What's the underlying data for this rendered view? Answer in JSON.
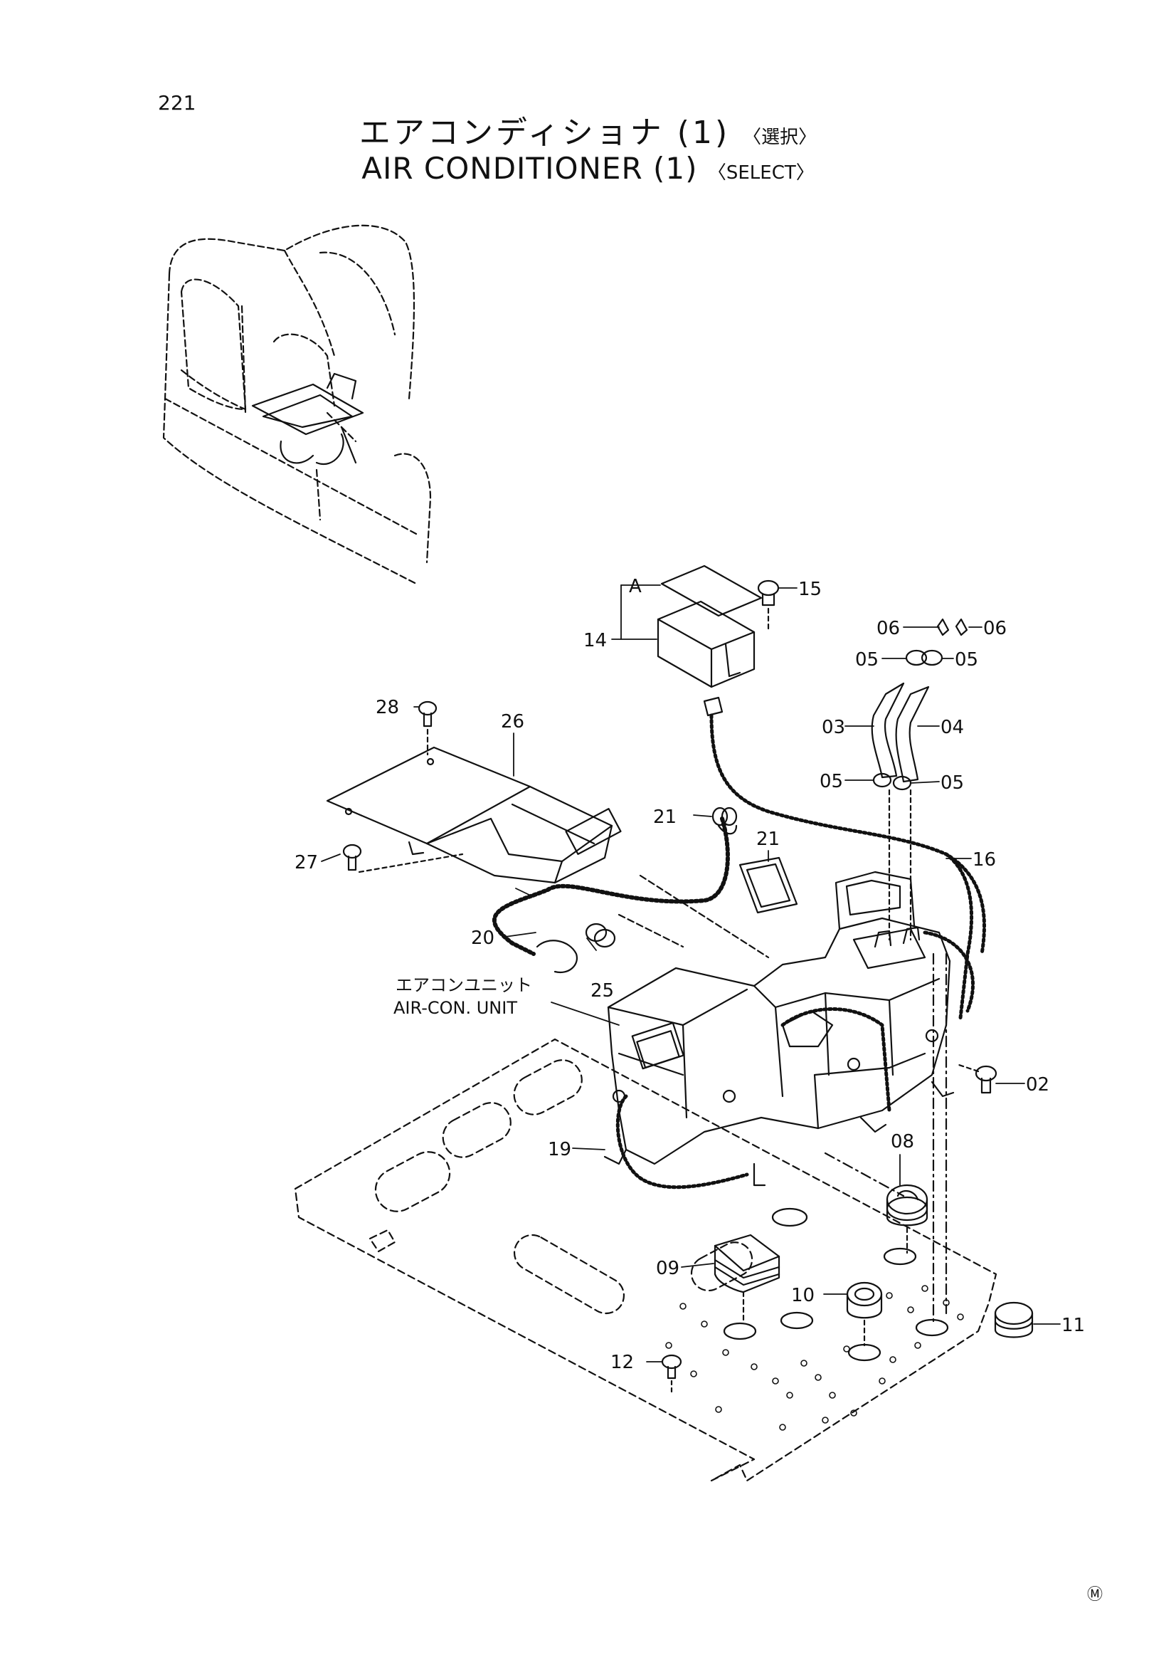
{
  "page": {
    "number": "221",
    "title_jp": "エアコンディショナ (1)",
    "title_jp_note": "〈選択〉",
    "title_en": "AIR CONDITIONER (1)",
    "title_en_note": "〈SELECT〉"
  },
  "annotations": {
    "unit_jp": "エアコンユニット",
    "unit_en": "AIR-CON. UNIT",
    "view_a": "A",
    "mark": "Ⓜ"
  },
  "callouts": [
    "02",
    "03",
    "04",
    "05",
    "05",
    "05",
    "05",
    "06",
    "06",
    "08",
    "09",
    "10",
    "11",
    "12",
    "14",
    "15",
    "16",
    "19",
    "20",
    "21",
    "21",
    "25",
    "26",
    "27",
    "28"
  ]
}
